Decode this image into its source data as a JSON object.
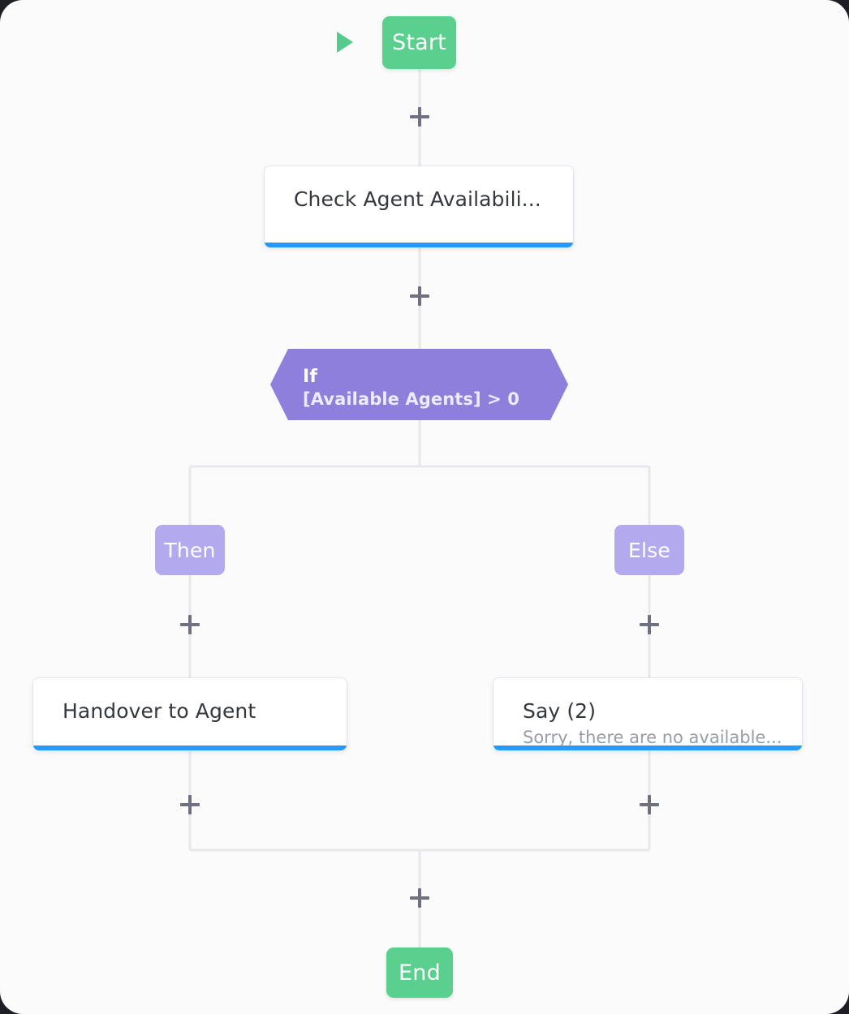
{
  "flow": {
    "canvas": {
      "background": "#fbfbfc",
      "edge_color": "#e8e8ec"
    },
    "start": {
      "label": "Start",
      "color": "#5bcf8e",
      "icon": "play-icon"
    },
    "end": {
      "label": "End",
      "color": "#5bcf8e"
    },
    "nodes": [
      {
        "id": "check-agent-availability",
        "title": "Check Agent Availabili...",
        "subtitle": "",
        "accent": "#2699fb"
      },
      {
        "id": "handover-to-agent",
        "title": "Handover to Agent",
        "subtitle": "",
        "accent": "#2699fb"
      },
      {
        "id": "say-2",
        "title": "Say (2)",
        "subtitle": "Sorry, there are no available...",
        "accent": "#2699fb"
      }
    ],
    "condition": {
      "keyword": "If",
      "expression": "[Available Agents] > 0",
      "color": "#8d7fdb"
    },
    "branches": [
      {
        "id": "then",
        "label": "Then",
        "color": "#b3a9ef"
      },
      {
        "id": "else",
        "label": "Else",
        "color": "#b3a9ef"
      }
    ],
    "add_buttons": [
      {
        "id": "add-after-start",
        "label": "+"
      },
      {
        "id": "add-after-check-agent",
        "label": "+"
      },
      {
        "id": "add-in-then",
        "label": "+"
      },
      {
        "id": "add-in-else",
        "label": "+"
      },
      {
        "id": "add-after-handover",
        "label": "+"
      },
      {
        "id": "add-after-say",
        "label": "+"
      },
      {
        "id": "add-before-end",
        "label": "+"
      }
    ]
  }
}
